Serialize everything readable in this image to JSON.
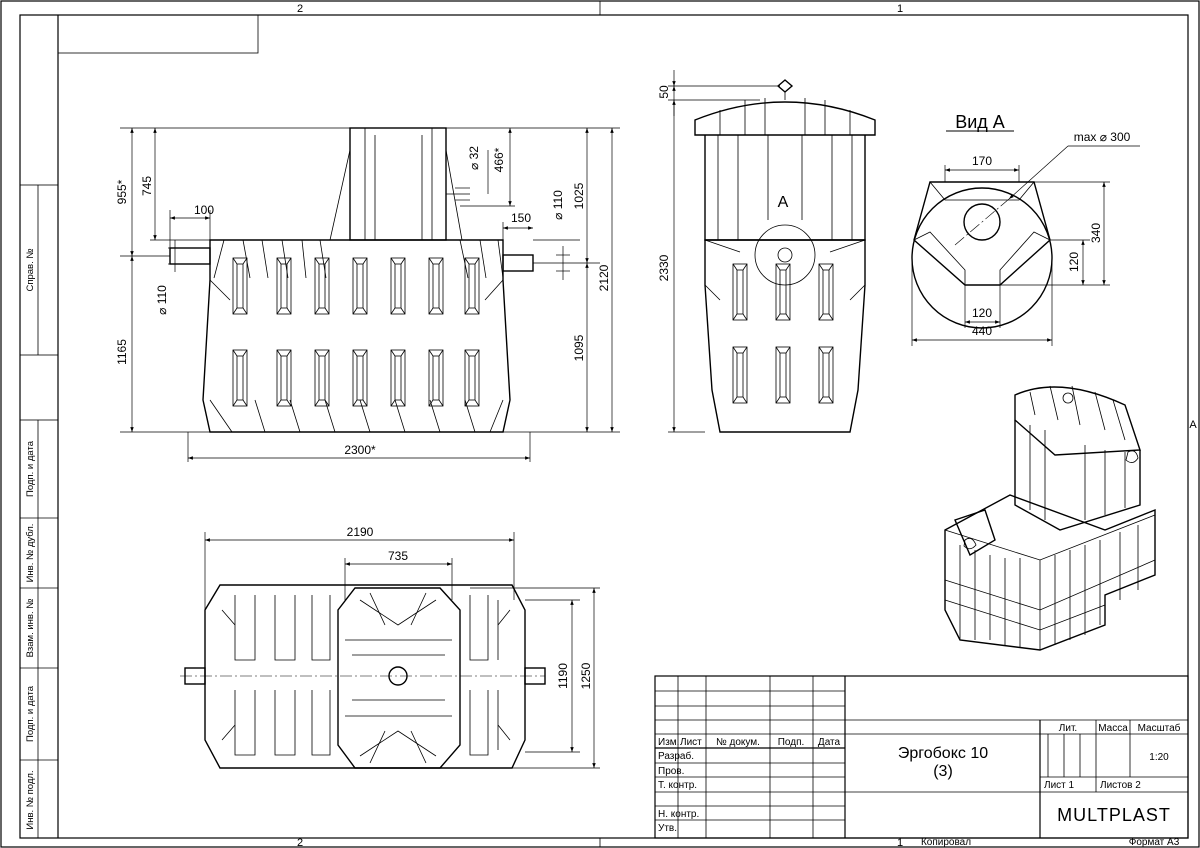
{
  "sheet": {
    "zone_top_2": "2",
    "zone_top_1": "1",
    "zone_bottom_2": "2",
    "zone_bottom_1": "1",
    "zone_right_a": "A"
  },
  "left_strip": [
    "Инв. № подл.",
    "Подп. и дата",
    "Взам. инв. №",
    "Инв. № дубл.",
    "Подп. и дата",
    "Справ. №"
  ],
  "front_view": {
    "dims": [
      "955*",
      "745",
      "100",
      "⌀ 32",
      "466*",
      "150",
      "⌀ 110",
      "1025",
      "⌀ 110",
      "1165",
      "1095",
      "2120",
      "2300*"
    ]
  },
  "side_view": {
    "dims": [
      "50",
      "2330"
    ],
    "marker": "A"
  },
  "view_a": {
    "title": "Вид А",
    "dims": [
      "max ⌀ 300",
      "170",
      "340",
      "120",
      "120",
      "440"
    ]
  },
  "plan_view": {
    "dims": [
      "2190",
      "735",
      "1190",
      "1250"
    ]
  },
  "title_block": {
    "headers": [
      "Изм.",
      "Лист",
      "№ докум.",
      "Подп.",
      "Дата"
    ],
    "roles": [
      "Разраб.",
      "Пров.",
      "Т. контр.",
      "",
      "Н. контр.",
      "Утв."
    ],
    "product_line1": "Эргобокс 10",
    "product_line2": "(3)",
    "lit_label": "Лит.",
    "mass_label": "Масса",
    "scale_label": "Масштаб",
    "scale_value": "1:20",
    "sheet_label": "Лист 1",
    "sheets_label": "Листов 2",
    "company": "MULTPLAST"
  },
  "footer": {
    "copied": "Копировал",
    "format": "Формат A3"
  }
}
